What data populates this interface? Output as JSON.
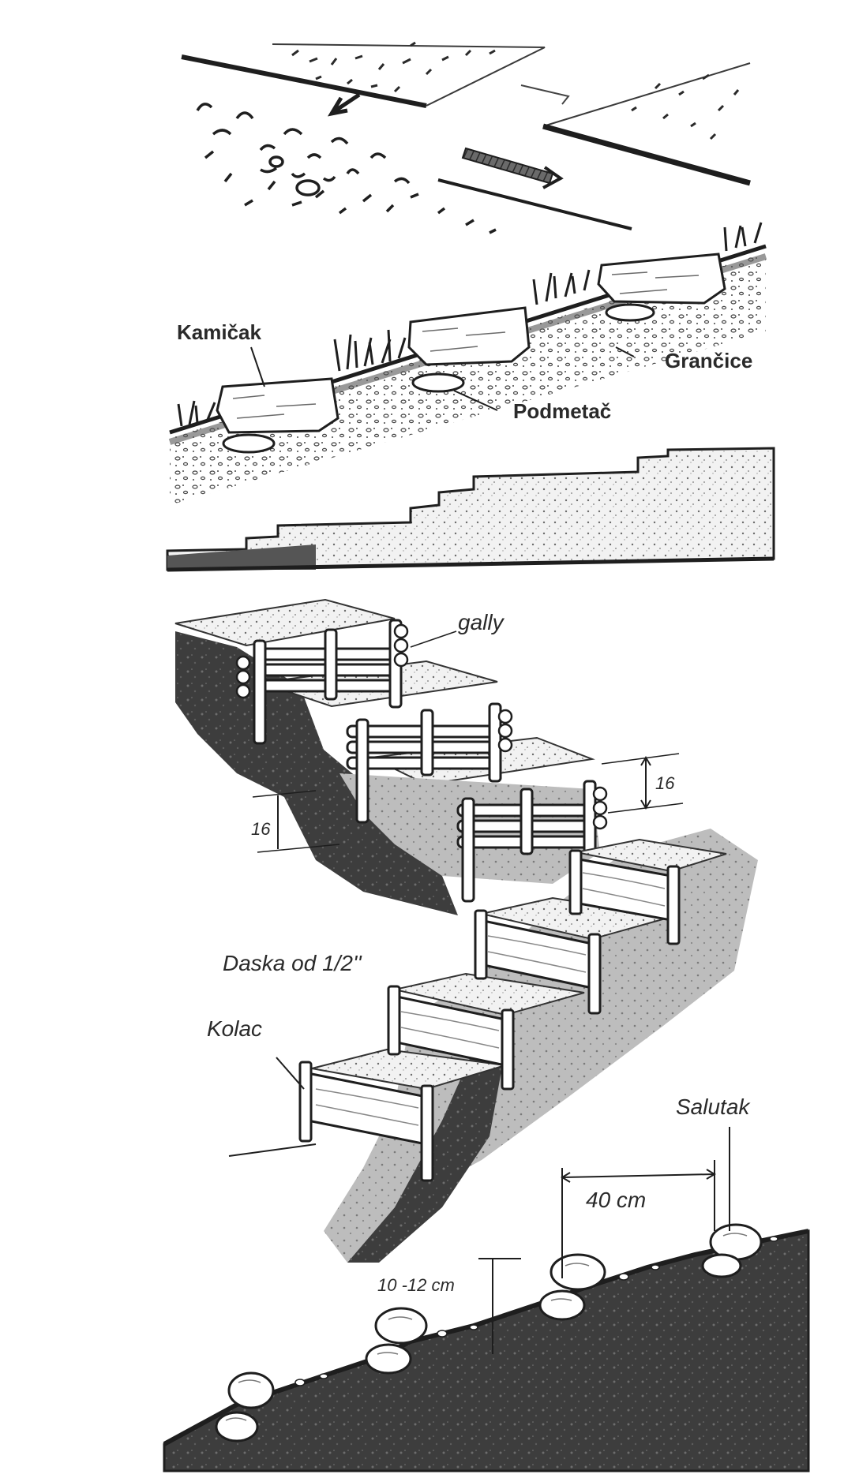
{
  "labels": {
    "kamicak": "Kamičak",
    "grancice": "Grančice",
    "podmetac": "Podmetač",
    "gally": "gally",
    "daska": "Daska od 1/2''",
    "kolac": "Kolac",
    "salutak": "Salutak",
    "dim_16_right": "16",
    "dim_16_left": "16",
    "dim_40cm": "40 cm",
    "dim_10_12cm": "10 -12 cm"
  },
  "colors": {
    "ink": "#2a2a2a",
    "soil_dark": "#3a3a3a",
    "soil_mid": "#8c8c8c",
    "soil_light": "#d9d9d9",
    "paper": "#ffffff"
  }
}
